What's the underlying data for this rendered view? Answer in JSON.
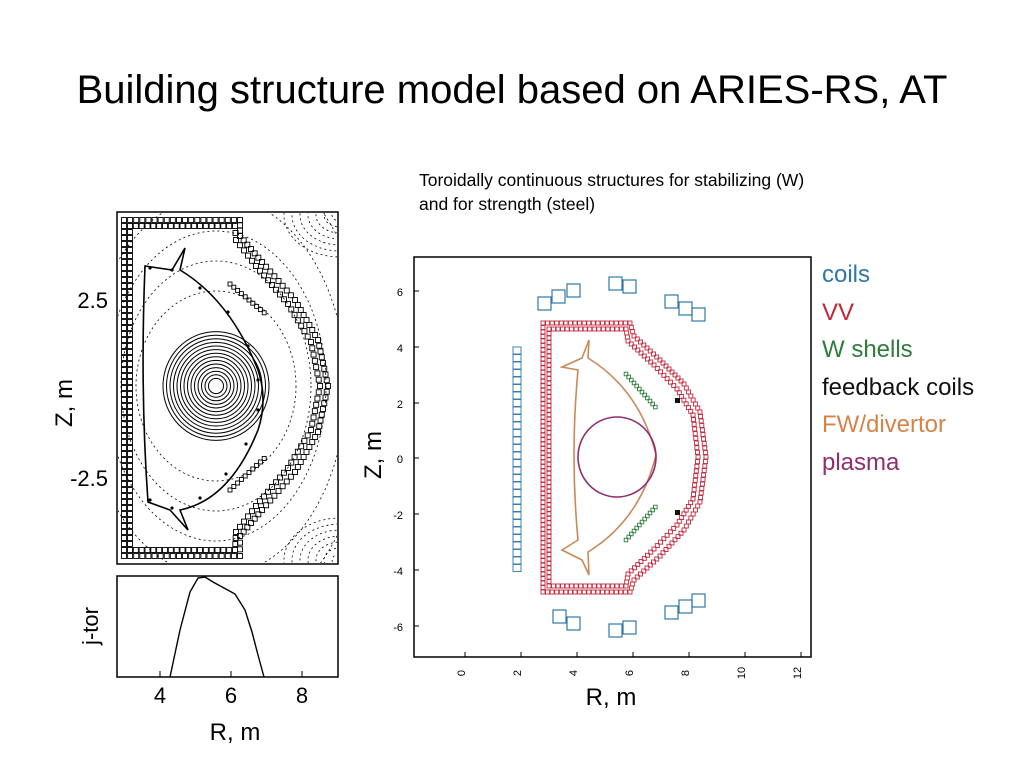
{
  "slide": {
    "title": "Building structure model based on ARIES-RS, AT",
    "caption_line1": "Toroidally continuous structures for stabilizing (W)",
    "caption_line2": "and for strength (steel)"
  },
  "left_equilibrium": {
    "ylabel": "Z, m",
    "yticks": [
      "2.5",
      "-2.5"
    ]
  },
  "left_profile": {
    "ylabel": "j-tor",
    "xlabel": "R, m",
    "xticks": [
      "4",
      "6",
      "8"
    ]
  },
  "right_plot": {
    "ylabel": "Z, m",
    "xlabel": "R, m",
    "yticks": [
      "6",
      "4",
      "2",
      "0",
      "-2",
      "-4",
      "-6"
    ],
    "xticks": [
      "0",
      "2",
      "4",
      "6",
      "8",
      "10",
      "12"
    ]
  },
  "legend": {
    "items": [
      {
        "label": "coils",
        "color": "#2e78a8"
      },
      {
        "label": "VV",
        "color": "#c0283c"
      },
      {
        "label": "W shells",
        "color": "#2f7d3c"
      },
      {
        "label": "feedback coils",
        "color": "#111111"
      },
      {
        "label": "FW/divertor",
        "color": "#d4834a"
      },
      {
        "label": "plasma",
        "color": "#8e2f6f"
      }
    ]
  }
}
